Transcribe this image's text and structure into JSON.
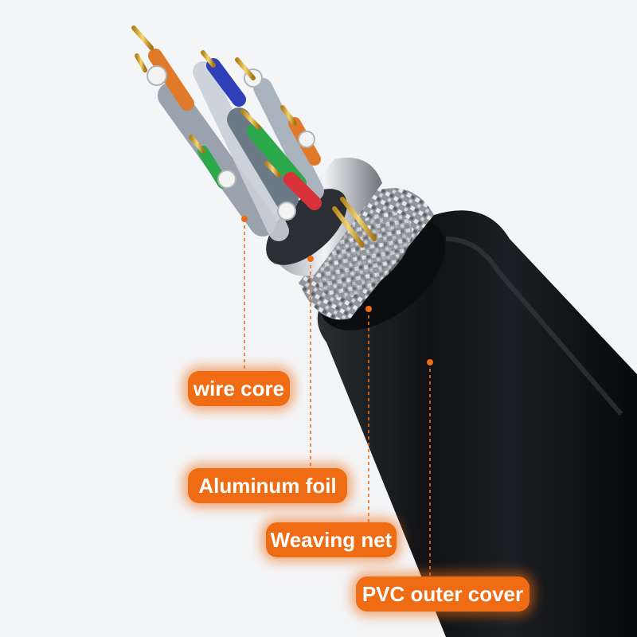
{
  "colors": {
    "accent": "#f06c14",
    "label_text": "#ffffff",
    "background": "#f4f5f7",
    "jacket": "#15171a",
    "braid": "#b9bdc2",
    "conductor": "#d4a62a",
    "pair_colors": [
      "#e07a2a",
      "#2f3fb8",
      "#2aa84a",
      "#d9323a",
      "#7a8a9a"
    ]
  },
  "labels": {
    "wire_core": "wire core",
    "aluminum_foil": "Aluminum foil",
    "weaving_net": "Weaving net",
    "pvc_outer_cover": "PVC outer cover"
  }
}
